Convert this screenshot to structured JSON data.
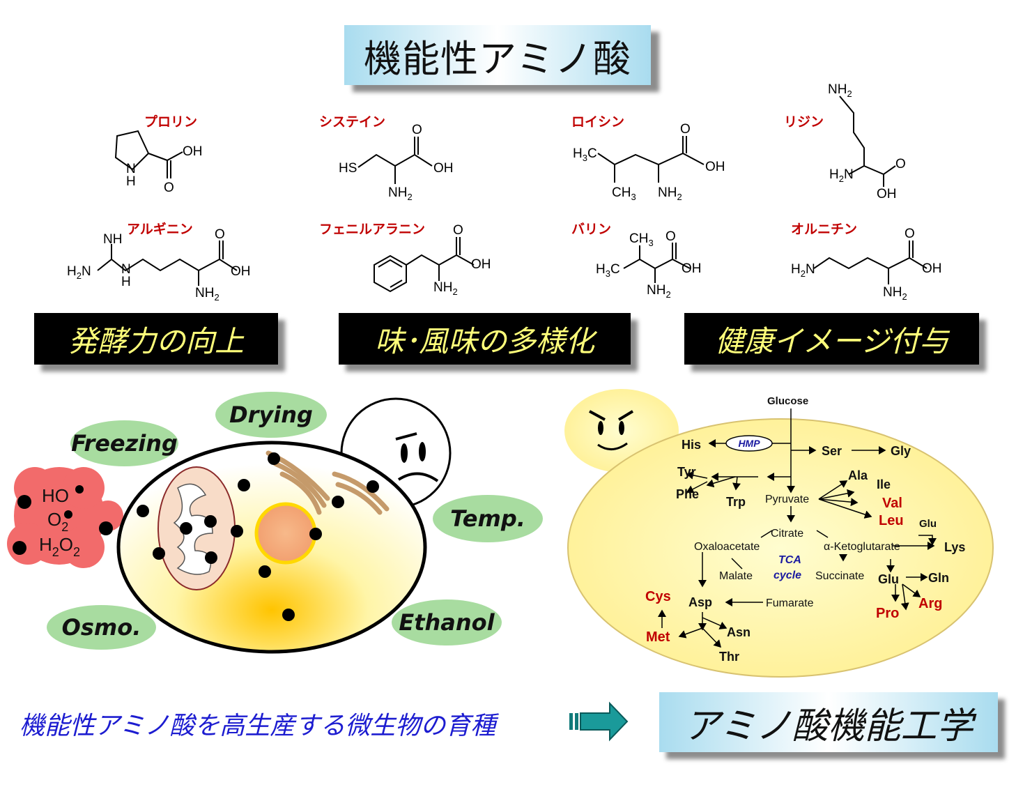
{
  "title": "機能性アミノ酸",
  "amino_acids": [
    {
      "name": "プロリン"
    },
    {
      "name": "システイン"
    },
    {
      "name": "ロイシン"
    },
    {
      "name": "リジン"
    },
    {
      "name": "アルギニン"
    },
    {
      "name": "フェニルアラニン"
    },
    {
      "name": "バリン"
    },
    {
      "name": "オルニチン"
    }
  ],
  "chem": {
    "oh": "OH",
    "o": "O",
    "n": "N",
    "h": "H",
    "nh": "NH",
    "hs": "HS",
    "nh2": "NH",
    "sub2": "2",
    "h2n": "H",
    "n_after": "N",
    "h3c": "H",
    "sub3": "3",
    "c": "C",
    "ch3": "CH"
  },
  "effects": [
    "発酵力の向上",
    "味･風味の多様化",
    "健康イメージ付与"
  ],
  "stresses": [
    "Freezing",
    "Drying",
    "Temp.",
    "Osmo.",
    "Ethanol"
  ],
  "ros": {
    "ho": "HO",
    "o2": "O",
    "o2_sub": "2",
    "h2o2_h": "H",
    "h2o2_2a": "2",
    "h2o2_o": "O",
    "h2o2_2b": "2"
  },
  "pathway": {
    "glucose": "Glucose",
    "hmp": "HMP",
    "his": "His",
    "ser": "Ser",
    "gly": "Gly",
    "tyr": "Tyr",
    "phe": "Phe",
    "trp": "Trp",
    "pyruvate": "Pyruvate",
    "ala": "Ala",
    "ile": "Ile",
    "val": "Val",
    "leu": "Leu",
    "glu_top": "Glu",
    "lys": "Lys",
    "citrate": "Citrate",
    "oxaloacetate": "Oxaloacetate",
    "akg": "α-Ketoglutarate",
    "tca1": "TCA",
    "tca2": "cycle",
    "malate": "Malate",
    "succinate": "Succinate",
    "glu": "Glu",
    "gln": "Gln",
    "cys": "Cys",
    "asp": "Asp",
    "fumarate": "Fumarate",
    "arg": "Arg",
    "pro": "Pro",
    "met": "Met",
    "asn": "Asn",
    "thr": "Thr"
  },
  "colors": {
    "highlight": "#c00000",
    "tca": "#1a1aa0",
    "effect_text": "#ffff7a",
    "bottom_text": "#1c1cd0"
  },
  "bottom": {
    "left": "機能性アミノ酸を高生産する微生物の育種",
    "right": "アミノ酸機能工学"
  }
}
